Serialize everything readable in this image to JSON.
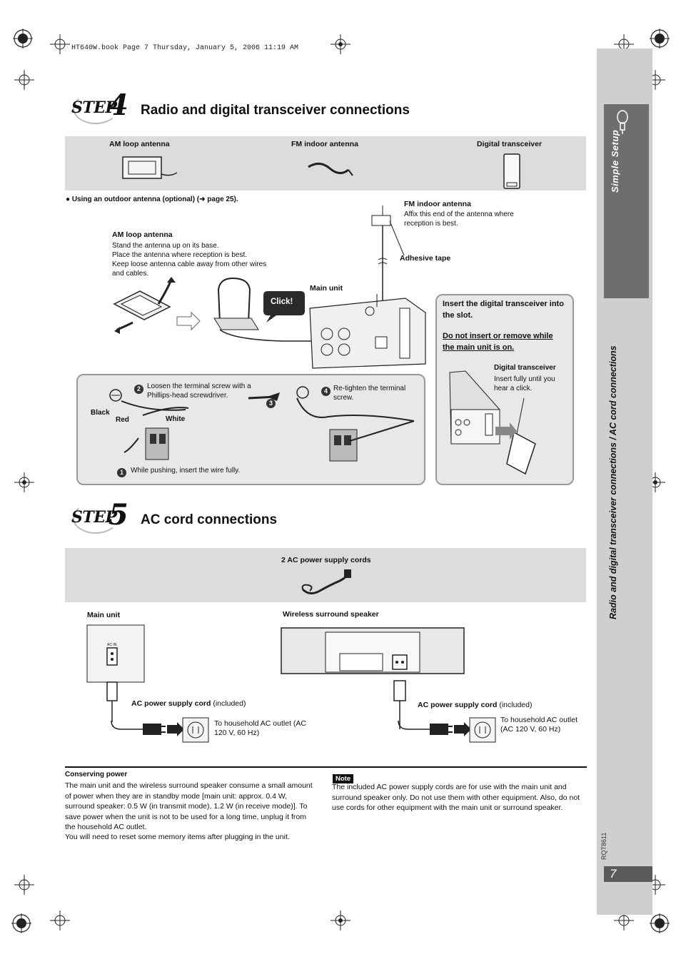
{
  "header": {
    "file_line": "HT640W.book  Page 7  Thursday, January 5, 2006  11:19 AM"
  },
  "sidebar": {
    "tab_label": "Simple Setup",
    "section_label": "Radio and digital transceiver connections / AC cord connections",
    "doc_code": "RQT8611",
    "page_number": "7"
  },
  "step4": {
    "step_word": "STEP",
    "step_number": "4",
    "title": "Radio and digital transceiver connections",
    "items": [
      "AM loop antenna",
      "FM indoor antenna",
      "Digital transceiver"
    ],
    "outdoor_note": "● Using an outdoor antenna (optional) (➜ page 25).",
    "fm_title": "FM indoor antenna",
    "fm_desc": "Affix this end of the antenna where reception is best.",
    "adhesive_tape": "Adhesive tape",
    "am_title": "AM loop antenna",
    "am_desc": [
      "Stand the antenna up on its base.",
      "Place the antenna where reception is best.",
      "Keep loose antenna cable away from other wires",
      "and cables."
    ],
    "click_label": "Click!",
    "main_unit": "Main unit",
    "insert_title": "Insert the digital transceiver into the slot.",
    "insert_warning": "Do not insert or remove while the main unit is on.",
    "steps": {
      "s1": "While pushing, insert the wire fully.",
      "s2": "Loosen the terminal screw with a Phillips-head screwdriver.",
      "s3": "3",
      "s4": "Re-tighten the terminal screw."
    },
    "wire_labels": {
      "black": "Black",
      "red": "Red",
      "white": "White"
    },
    "transceiver_title": "Digital transceiver",
    "transceiver_desc": "Insert fully until you hear a click."
  },
  "step5": {
    "step_word": "STEP",
    "step_number": "5",
    "title": "AC cord connections",
    "cords_label": "2 AC power supply cords",
    "main_unit": "Main unit",
    "wireless": "Wireless surround speaker",
    "ac_cord_bold": "AC power supply cord",
    "ac_cord_rest": " (included)",
    "outlet_text": "To household AC outlet (AC 120 V, 60 Hz)",
    "ac_in": "AC IN"
  },
  "conserving": {
    "title": "Conserving power",
    "body": "The main unit and the wireless surround speaker consume a small amount of power when they are in standby mode [main unit: approx. 0.4 W, surround speaker: 0.5 W (in transmit mode), 1.2 W (in receive mode)]. To save power when the unit is not to be used for a long time, unplug it from the household AC outlet.",
    "body2": "You will need to reset some memory items after plugging in the unit."
  },
  "note": {
    "badge": "Note",
    "body": "The included AC power supply cords are for use with the main unit and surround speaker only. Do not use them with other equipment. Also, do not use cords for other equipment with the main unit or surround speaker."
  }
}
